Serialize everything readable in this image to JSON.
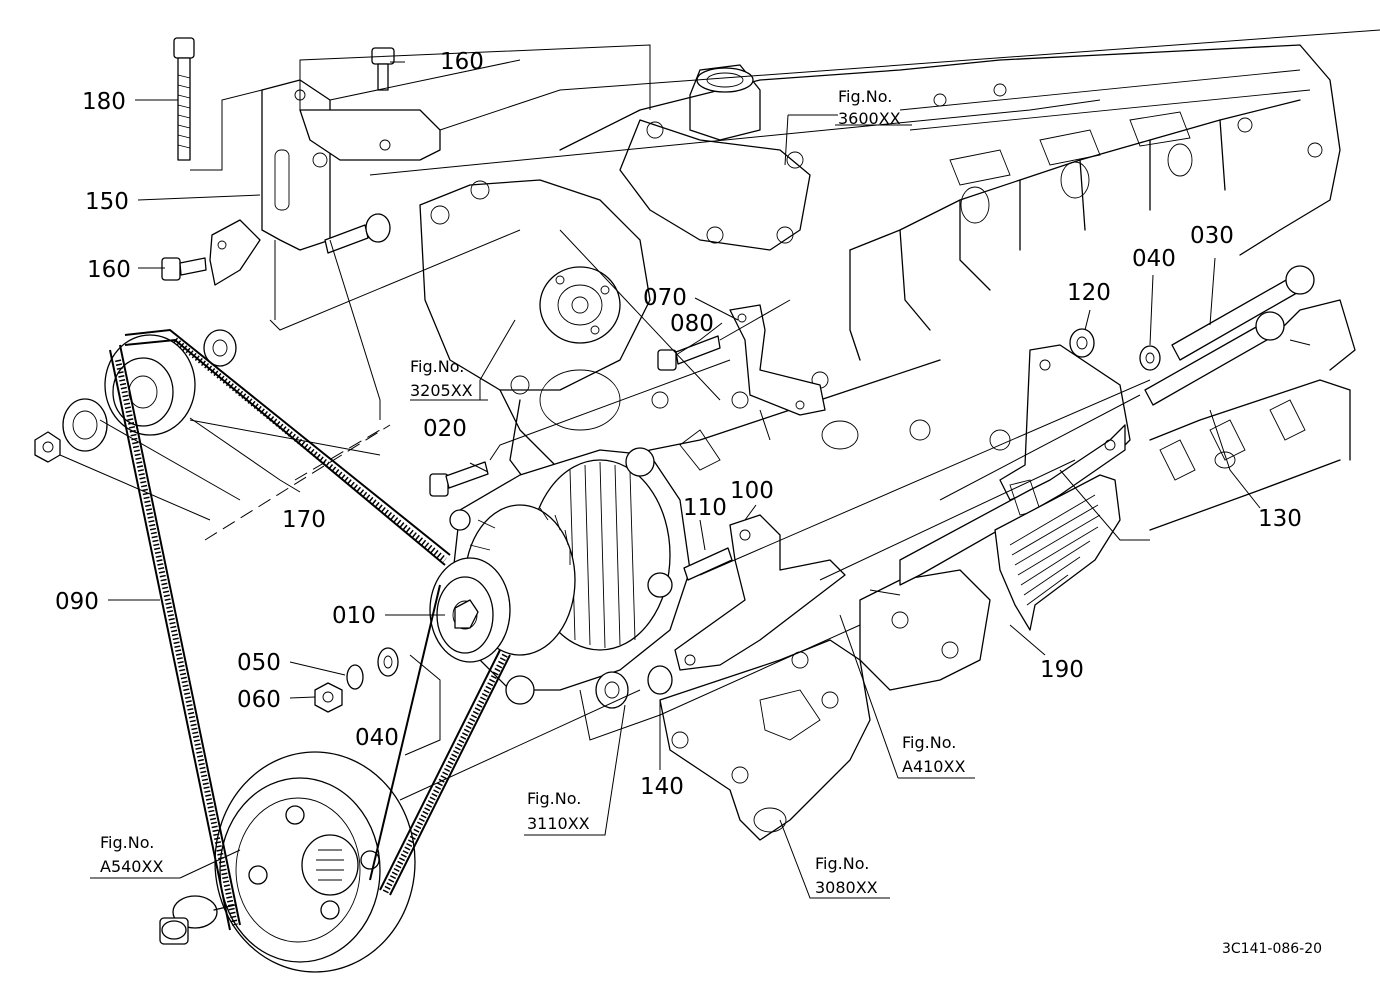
{
  "drawing_code": "3C141-086-20",
  "part_labels": {
    "p180": "180",
    "p160_top": "160",
    "p150": "150",
    "p160_left": "160",
    "p170": "170",
    "p090": "090",
    "p010": "010",
    "p050": "050",
    "p060": "060",
    "p040_low": "040",
    "p020": "020",
    "p070": "070",
    "p080": "080",
    "p110": "110",
    "p100": "100",
    "p120": "120",
    "p040_right": "040",
    "p030": "030",
    "p130": "130",
    "p190": "190",
    "p140": "140"
  },
  "fig_refs": {
    "f3600": {
      "prefix": "Fig.No.",
      "code": "3600XX"
    },
    "f3205": {
      "prefix": "Fig.No.",
      "code": "3205XX"
    },
    "fA410": {
      "prefix": "Fig.No.",
      "code": "A410XX"
    },
    "f3110": {
      "prefix": "Fig.No.",
      "code": "3110XX"
    },
    "f3080": {
      "prefix": "Fig.No.",
      "code": "3080XX"
    },
    "fA540": {
      "prefix": "Fig.No.",
      "code": "A540XX"
    }
  },
  "colors": {
    "line": "#000000",
    "background": "#ffffff"
  }
}
